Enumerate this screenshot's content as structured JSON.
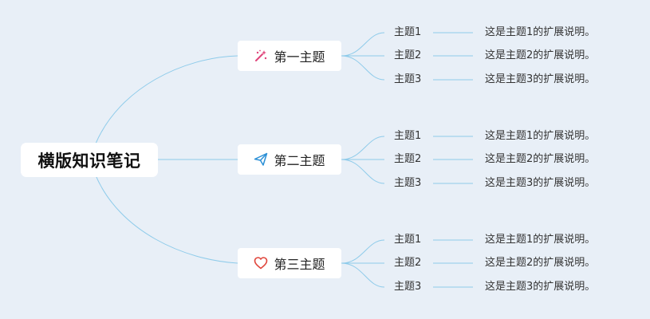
{
  "root": {
    "title": "横版知识笔记"
  },
  "topics": [
    {
      "title": "第一主题",
      "icon": "sparkle-wand-icon",
      "icon_color": "#e0457b",
      "items": [
        {
          "label": "主题1",
          "desc": "这是主题1的扩展说明。"
        },
        {
          "label": "主题2",
          "desc": "这是主题2的扩展说明。"
        },
        {
          "label": "主题3",
          "desc": "这是主题3的扩展说明。"
        }
      ]
    },
    {
      "title": "第二主题",
      "icon": "paper-plane-icon",
      "icon_color": "#2a8fd6",
      "items": [
        {
          "label": "主题1",
          "desc": "这是主题1的扩展说明。"
        },
        {
          "label": "主题2",
          "desc": "这是主题2的扩展说明。"
        },
        {
          "label": "主题3",
          "desc": "这是主题3的扩展说明。"
        }
      ]
    },
    {
      "title": "第三主题",
      "icon": "heart-icon",
      "icon_color": "#e0453b",
      "items": [
        {
          "label": "主题1",
          "desc": "这是主题1的扩展说明。"
        },
        {
          "label": "主题2",
          "desc": "这是主题2的扩展说明。"
        },
        {
          "label": "主题3",
          "desc": "这是主题3的扩展说明。"
        }
      ]
    }
  ],
  "colors": {
    "background": "#e8eff7",
    "connector": "#8ecbea"
  }
}
